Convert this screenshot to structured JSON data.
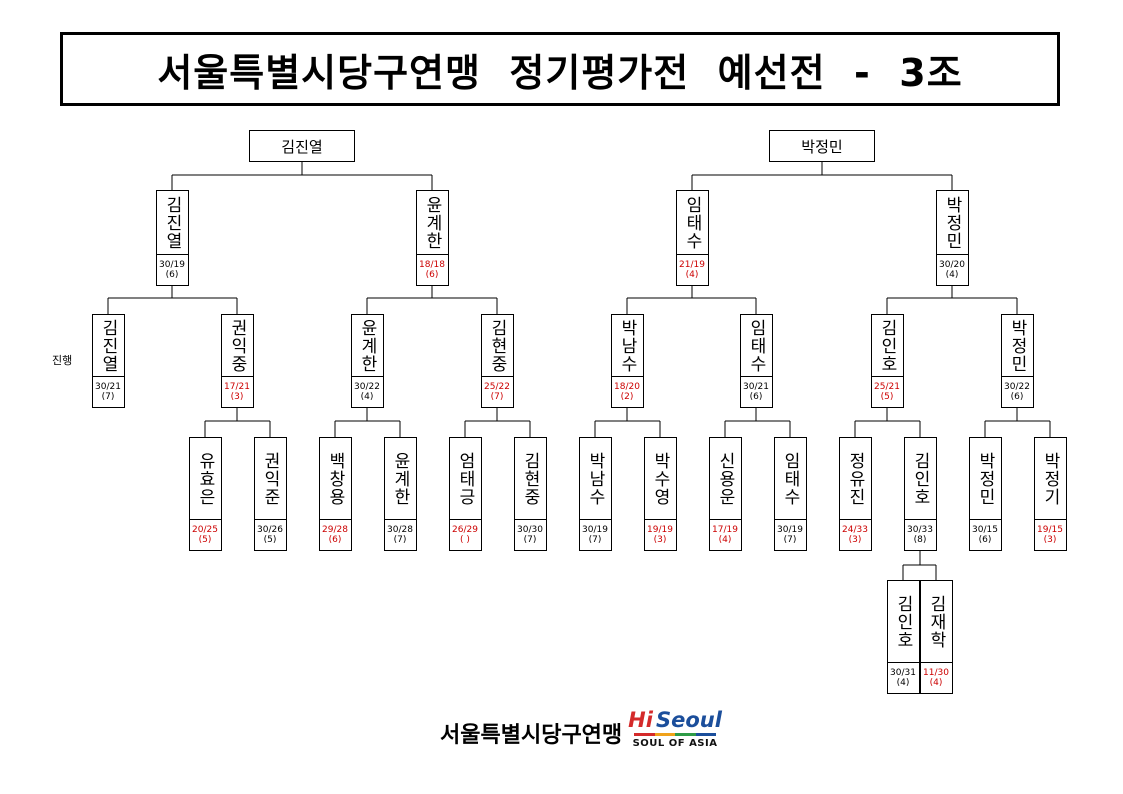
{
  "title": "서울특별시당구연맹  정기평가전  예선전  -  3조",
  "side_label": "진행",
  "roots": [
    {
      "name": "김진열"
    },
    {
      "name": "박정민"
    }
  ],
  "matches": [
    {
      "name": "김진열",
      "score": "30/19",
      "rank": "(6)",
      "red": false
    },
    {
      "name": "윤계한",
      "score": "18/18",
      "rank": "(6)",
      "red": true
    },
    {
      "name": "임태수",
      "score": "21/19",
      "rank": "(4)",
      "red": true
    },
    {
      "name": "박정민",
      "score": "30/20",
      "rank": "(4)",
      "red": false
    },
    {
      "name": "김진열",
      "score": "30/21",
      "rank": "(7)",
      "red": false
    },
    {
      "name": "권익중",
      "score": "17/21",
      "rank": "(3)",
      "red": true
    },
    {
      "name": "윤계한",
      "score": "30/22",
      "rank": "(4)",
      "red": false
    },
    {
      "name": "김현중",
      "score": "25/22",
      "rank": "(7)",
      "red": true
    },
    {
      "name": "박남수",
      "score": "18/20",
      "rank": "(2)",
      "red": true
    },
    {
      "name": "임태수",
      "score": "30/21",
      "rank": "(6)",
      "red": false
    },
    {
      "name": "김인호",
      "score": "25/21",
      "rank": "(5)",
      "red": true
    },
    {
      "name": "박정민",
      "score": "30/22",
      "rank": "(6)",
      "red": false
    },
    {
      "name": "유효은",
      "score": "20/25",
      "rank": "(5)",
      "red": true
    },
    {
      "name": "권익준",
      "score": "30/26",
      "rank": "(5)",
      "red": false
    },
    {
      "name": "백창용",
      "score": "29/28",
      "rank": "(6)",
      "red": true
    },
    {
      "name": "윤계한",
      "score": "30/28",
      "rank": "(7)",
      "red": false
    },
    {
      "name": "엄태긍",
      "score": "26/29",
      "rank": "( )",
      "red": true
    },
    {
      "name": "김현중",
      "score": "30/30",
      "rank": "(7)",
      "red": false
    },
    {
      "name": "박남수",
      "score": "30/19",
      "rank": "(7)",
      "red": false
    },
    {
      "name": "박수영",
      "score": "19/19",
      "rank": "(3)",
      "red": true
    },
    {
      "name": "신용운",
      "score": "17/19",
      "rank": "(4)",
      "red": true
    },
    {
      "name": "임태수",
      "score": "30/19",
      "rank": "(7)",
      "red": false
    },
    {
      "name": "정유진",
      "score": "24/33",
      "rank": "(3)",
      "red": true
    },
    {
      "name": "김인호",
      "score": "30/33",
      "rank": "(8)",
      "red": false
    },
    {
      "name": "박정민",
      "score": "30/15",
      "rank": "(6)",
      "red": false
    },
    {
      "name": "박정기",
      "score": "19/15",
      "rank": "(3)",
      "red": true
    },
    {
      "name": "김인호",
      "score": "30/31",
      "rank": "(4)",
      "red": false
    },
    {
      "name": "김재학",
      "score": "11/30",
      "rank": "(4)",
      "red": true
    }
  ],
  "footer": {
    "org": "서울특별시당구연맹",
    "logo_hi": "Hi",
    "logo_seoul": "Seoul",
    "logo_sub": "SOUL OF ASIA",
    "logo_colors": [
      "#d42a2a",
      "#f0a21a",
      "#2e9b46",
      "#1b4e9b"
    ]
  }
}
